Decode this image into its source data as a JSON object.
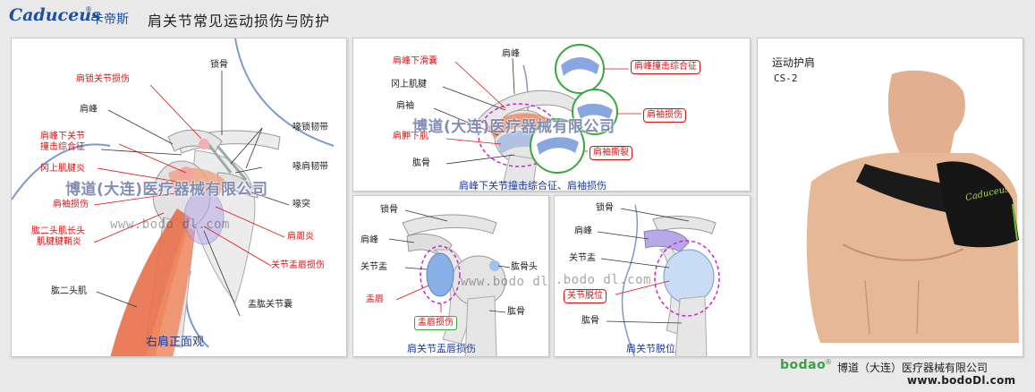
{
  "header": {
    "brand": "Caduceus",
    "brand_mark": "®",
    "brand_cn": "卡帝斯",
    "title": "肩关节常见运动损伤与防护"
  },
  "panel1": {
    "labels": {
      "clavicle": "锁骨",
      "acromioclavicular_injury": "肩锁关节损伤",
      "acromion": "肩峰",
      "subacromial_1": "肩峰下关节",
      "subacromial_2": "撞击综合征",
      "supraspinatus": "冈上肌腱炎",
      "rotator_cuff": "肩袖损伤",
      "biceps_long_1": "肱二头肌长头",
      "biceps_long_2": "肌腱腱鞘炎",
      "biceps": "肱二头肌",
      "coracoclavicular": "喙锁韧带",
      "coracoacromial": "喙肩韧带",
      "coracoid": "喙突",
      "periarthritis": "肩周炎",
      "labrum_injury": "关节盂唇损伤",
      "capsule": "盂肱关节囊"
    },
    "caption": "右肩正面观",
    "watermark": "博道(大连)医疗器械有限公司",
    "watermark_url": "www.bodo dl.com"
  },
  "panel2": {
    "labels": {
      "bursa": "肩峰下滑囊",
      "acromion": "肩峰",
      "supraspinatus": "冈上肌腱",
      "cuff": "肩袖",
      "subscapularis": "肩胛下肌",
      "humerus": "肱骨",
      "impingement": "肩峰撞击综合征",
      "cuff_injury": "肩袖损伤",
      "cuff_tear": "肩袖撕裂"
    },
    "caption": "肩峰下关节撞击综合征、肩袖损伤",
    "watermark": "博道(大连)医疗器械有限公司"
  },
  "panel3": {
    "labels": {
      "clavicle": "锁骨",
      "acromion": "肩峰",
      "glenoid": "关节盂",
      "labrum": "盂唇",
      "humeral_head": "肱骨头",
      "humerus": "肱骨",
      "labrum_injury": "盂唇损伤"
    },
    "caption": "肩关节盂唇损伤",
    "watermark_url": "www.bodo dl.com"
  },
  "panel4": {
    "labels": {
      "clavicle": "锁骨",
      "acromion": "肩峰",
      "glenoid": "关节盂",
      "dislocation": "关节脱位",
      "humerus": "肱骨"
    },
    "caption": "肩关节脱位",
    "watermark_url": "www.bodo dl.com"
  },
  "panel5": {
    "title": "运动护肩",
    "model": "CS-2",
    "brace_logo": "Caduceus"
  },
  "footer": {
    "logo": "bodao",
    "logo_mark": "®",
    "company": "博道（大连）医疗器械有限公司",
    "url": "www.bodoDl.com"
  },
  "colors": {
    "label_red": "#e01010",
    "caption_blue": "#1a3a9a",
    "circle_green": "#39a83b",
    "dashed_magenta": "#d020d0",
    "muscle": "#e8704a",
    "bone": "#e4e4e4",
    "outline_blue": "#7a9ad0"
  }
}
